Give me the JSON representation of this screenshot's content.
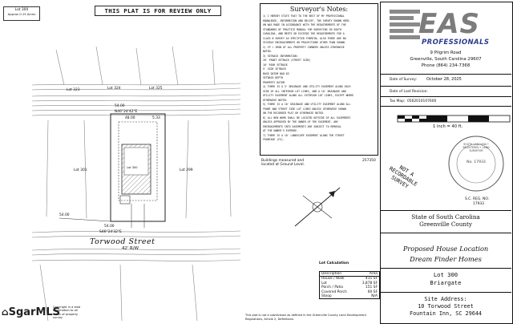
{
  "lot_tag": {
    "line1": "Lot 300",
    "line2": "Approx 0.15 Acres"
  },
  "banner": "THIS PLAT IS FOR REVIEW ONLY",
  "plan_labels": {
    "lot_323": "Lot 323",
    "lot_324": "Lot 324",
    "lot_325": "Lot 325",
    "lot_301": "Lot 301",
    "lot_299": "Lot 299",
    "top_dim": "54.00",
    "top_bearing": "N46°24'42\"E",
    "inner_dim": "48.00",
    "right_dim": "5.33",
    "left_dim": "54.00",
    "bottom_dim": "54.00",
    "bottom_bearing": "S46°24'32\"E",
    "lot_number_center": "Lot 300",
    "street": "Torwood Street",
    "row": "42' R/W"
  },
  "notes": {
    "title": "Surveyor's Notes:",
    "lines": [
      "1)  I HEREBY STATE THAT TO THE BEST OF MY PROFESSIONAL",
      "KNOWLEDGE, INFORMATION AND BELIEF, THE SURVEY SHOWN HERE-",
      "ON WAS MADE IN ACCORDANCE WITH THE REQUIREMENTS OF THE",
      "STANDARDS OF PRACTICE MANUAL FOR SURVEYING IN SOUTH",
      "CAROLINA, AND MEETS OR EXCEEDS THE REQUIREMENTS FOR A",
      "CLASS B SURVEY AS SPECIFIED THEREIN; ALSO THERE ARE NO",
      "VISIBLE ENCROACHMENTS OR PROJECTIONS OTHER THAN SHOWN.",
      "2)  IP = IRON AT ALL PROPERTY CORNERS UNLESS OTHERWISE",
      "NOTED.",
      "3)  SETBACK INFORMATION:",
      "     20' FRONT SETBACK (STREET SIDE)",
      "     10' REAR SETBACK",
      "     5' SIDE SETBACK",
      "     BASE DATUM NAD 83",
      "     SETBACK DEPTH",
      "     PROPERTY DATUM",
      "4)  THERE IS A 5' DRAINAGE AND UTILITY EASEMENT ALONG EACH",
      "SIDE OF ALL INTERIOR LOT LINES, AND A 10' DRAINAGE AND",
      "UTILITY EASEMENT ALONG ALL EXTERIOR LOT LINES, EXCEPT WHERE",
      "OTHERWISE NOTED.",
      "5)  THERE IS A 10' DRAINAGE AND UTILITY EASEMENT ALONG ALL",
      "FRONT AND STREET SIDE LOT LINES UNLESS OTHERWISE SHOWN",
      "ON THE RECORDED PLAT OR OTHERWISE NOTED.",
      "6)  ALL NEW WORK SHALL BE LOCATED OUTSIDE OF ALL EASEMENTS",
      "UNLESS APPROVED BY THE OWNER OF THE EASEMENT. ANY",
      "ENCROACHMENTS INTO EASEMENTS ARE SUBJECT TO REMOVAL",
      "AT THE OWNER'S EXPENSE.",
      "7)  THERE IS A 10' LANDSCAPE EASEMENT ALONG THE STREET",
      "FRONTAGE (FS)."
    ]
  },
  "misc_labels": {
    "buildings_note1": "Buildings measured and",
    "buildings_note2": "located at Ground Level.",
    "num": "257350"
  },
  "legend_title": "Lot Calculation",
  "calc_table": {
    "headers": [
      "Description",
      "Area"
    ],
    "rows": [
      [
        "House / Walk",
        "411 SF"
      ],
      [
        "Lot",
        "3,878 SF"
      ],
      [
        "Porch / Patio",
        "151 SF"
      ],
      [
        "Covered Porch",
        "60 SF"
      ],
      [
        "Stoop",
        "N/A"
      ]
    ]
  },
  "logo": {
    "letters": "EAS",
    "sub": "PROFESSIONALS"
  },
  "company": {
    "address1": "9 Pilgrim Road",
    "address2": "Greenville, South Carolina 29607",
    "phone": "Phone (864) 234-7368"
  },
  "survey_info": {
    "date_label": "Date of Survey:",
    "date_value": "October 28, 2025",
    "revision_label": "Date of Last Revision:",
    "revision_value": "",
    "tax_label": "Tax Map:",
    "tax_value": "0562010107600"
  },
  "scale_text": "1 inch = 40 ft.",
  "stamp": {
    "not_recordable1": "NOT A RECORDABLE",
    "not_recordable2": "SURVEY",
    "seal_ring": "SOUTH CAROLINA • REGISTERED • LAND SURVEYOR",
    "seal_center": "No. 17933",
    "reg_label": "S.C. REG. NO.",
    "reg_no": "17933"
  },
  "state_county": {
    "state": "State of South Carolina",
    "county": "Greenville County"
  },
  "title_block": {
    "line1": "Proposed House Location",
    "line2": "Dream Finder Homes"
  },
  "lot_block": {
    "lot": "Lot 300",
    "subdivision": "Briargate"
  },
  "site": {
    "label": "Site Address:",
    "street": "10 Torwood Street",
    "city": "Fountain Inn, SC 29644"
  },
  "footer_note": "This plat is not a subdivision as defined in the Greenville County Land Development Regulations, Article 2, Definitions.",
  "watermark": "SgarMLS",
  "copyright_note1": "Copyright in a lead",
  "copyright_note2": "information to all",
  "copyright_note3": "taken of property",
  "copyright_note4": "survey",
  "colors": {
    "logo_gray": "#7c7c7c",
    "logo_blue": "#2b3d8f"
  }
}
